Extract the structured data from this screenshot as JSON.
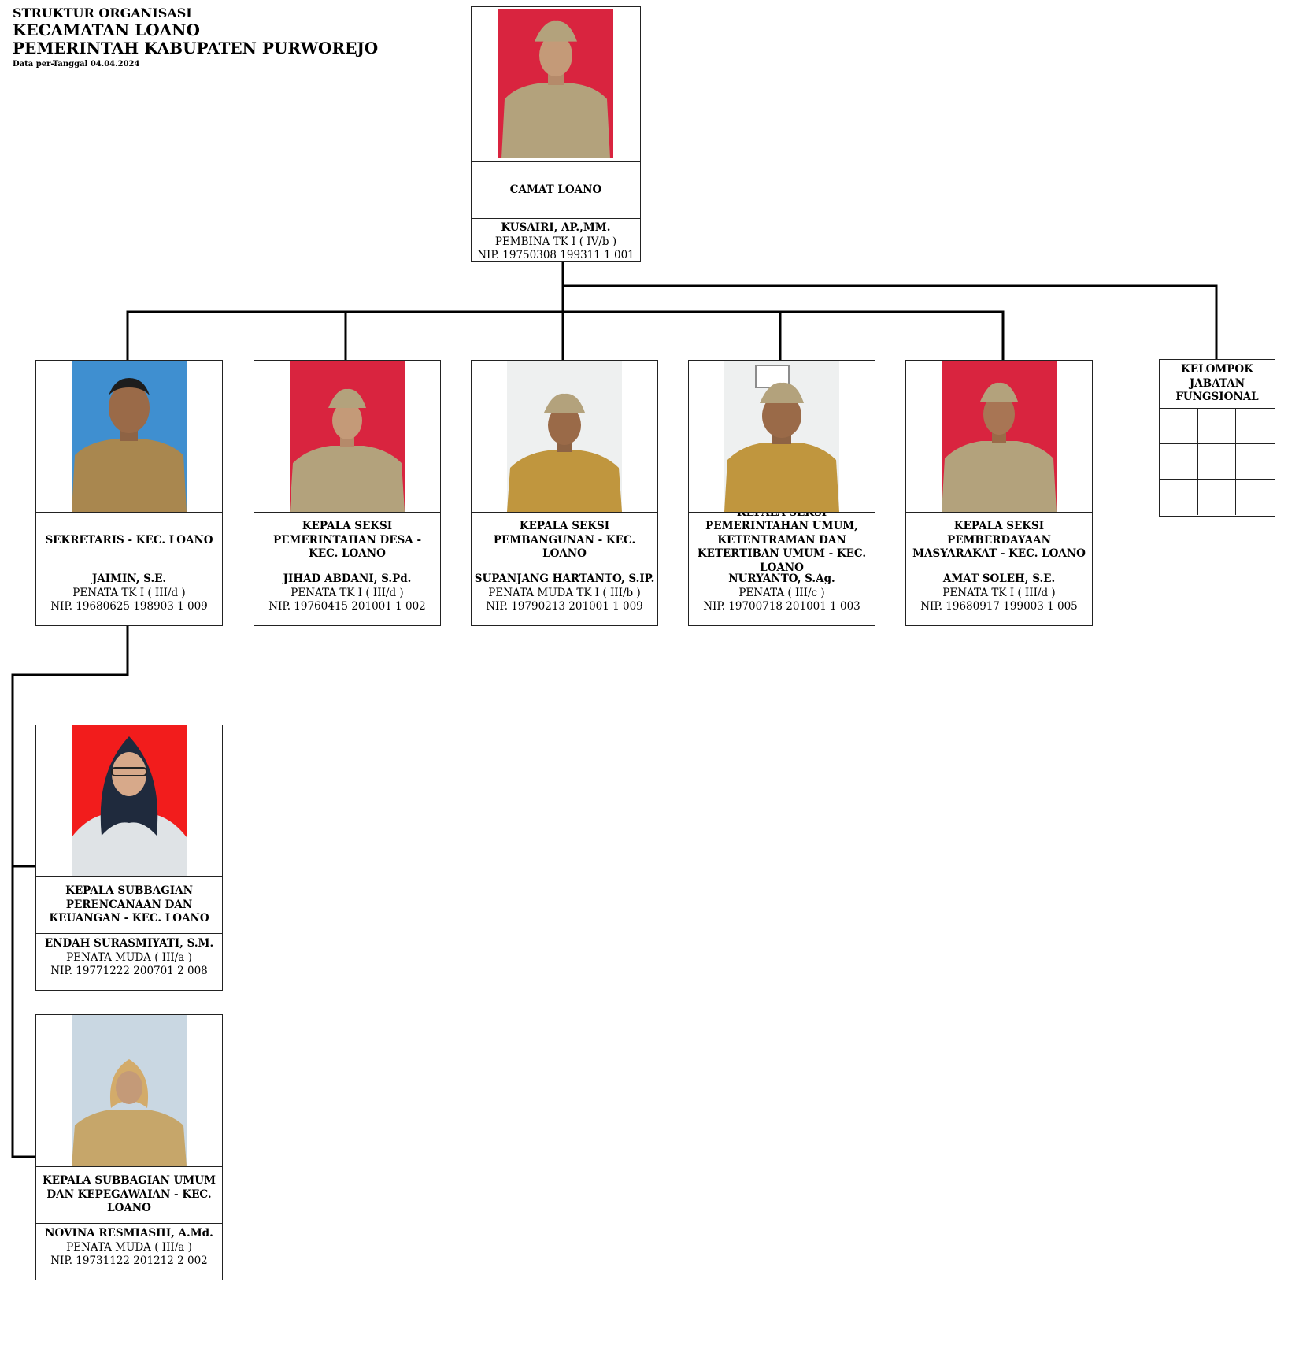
{
  "header": {
    "line1": "STRUKTUR ORGANISASI",
    "line2": "KECAMATAN LOANO",
    "line3": "PEMERINTAH KABUPATEN PURWOREJO",
    "line4": "Data per-Tanggal 04.04.2024"
  },
  "colors": {
    "photo_red": "#d9243f",
    "photo_blue": "#3f8fd0",
    "photo_white": "#eef0f0",
    "photo_red_bright": "#f21c1c",
    "photo_light_blue": "#c9d7e2",
    "uniform_khaki": "#b3a27c",
    "uniform_gold": "#c0963e"
  },
  "camat": {
    "role": "CAMAT LOANO",
    "name": "KUSAIRI, AP.,MM.",
    "rank": "PEMBINA TK I ( IV/b )",
    "nip": "NIP. 19750308 199311 1 001"
  },
  "sekretaris": {
    "role": "SEKRETARIS - KEC. LOANO",
    "name": "JAIMIN, S.E.",
    "rank": "PENATA TK I ( III/d )",
    "nip": "NIP. 19680625 198903 1 009"
  },
  "kasi_pemdes": {
    "role": "KEPALA SEKSI PEMERINTAHAN DESA - KEC. LOANO",
    "name": "JIHAD ABDANI, S.Pd.",
    "rank": "PENATA TK I ( III/d )",
    "nip": "NIP. 19760415 201001 1 002"
  },
  "kasi_pembangunan": {
    "role": "KEPALA SEKSI PEMBANGUNAN - KEC. LOANO",
    "name": "SUPANJANG HARTANTO, S.IP.",
    "rank": "PENATA MUDA TK I ( III/b )",
    "nip": "NIP. 19790213 201001 1 009"
  },
  "kasi_trantib": {
    "role": "KEPALA SEKSI PEMERINTAHAN UMUM, KETENTRAMAN DAN KETERTIBAN UMUM - KEC. LOANO",
    "name": "NURYANTO, S.Ag.",
    "rank": "PENATA ( III/c )",
    "nip": "NIP. 19700718 201001 1 003"
  },
  "kasi_pemberdayaan": {
    "role": "KEPALA SEKSI PEMBERDAYAAN MASYARAKAT - KEC. LOANO",
    "name": "AMAT SOLEH, S.E.",
    "rank": "PENATA TK I ( III/d )",
    "nip": "NIP. 19680917 199003 1 005"
  },
  "kasubag_perencanaan": {
    "role": "KEPALA SUBBAGIAN PERENCANAAN DAN KEUANGAN - KEC. LOANO",
    "name": "ENDAH SURASMIYATI, S.M.",
    "rank": "PENATA MUDA ( III/a )",
    "nip": "NIP. 19771222 200701 2 008"
  },
  "kasubag_umum": {
    "role": "KEPALA SUBBAGIAN UMUM DAN KEPEGAWAIAN - KEC. LOANO",
    "name": "NOVINA RESMIASIH, A.Md.",
    "rank": "PENATA MUDA ( III/a )",
    "nip": "NIP. 19731122 201212 2 002"
  },
  "fungsional": {
    "title": "KELOMPOK JABATAN FUNGSIONAL"
  }
}
